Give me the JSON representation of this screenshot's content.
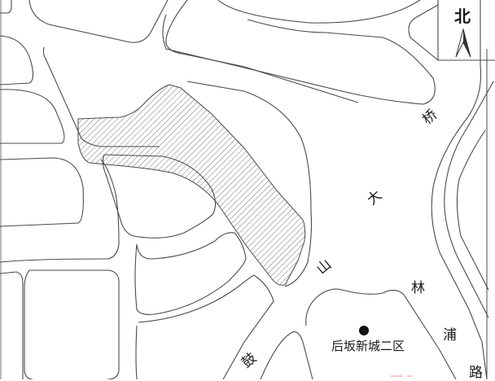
{
  "map": {
    "compass": {
      "label": "北",
      "icon": "north-arrow-icon"
    },
    "roads": [
      {
        "id": "shanda-bridge",
        "chars": [
          "桥",
          "大",
          "山"
        ],
        "name": "山大桥"
      },
      {
        "id": "linpu-road",
        "chars": [
          "林",
          "浦",
          "路"
        ],
        "name": "林浦路"
      },
      {
        "id": "gu-road",
        "chars": [
          "鼓"
        ],
        "name": "鼓"
      }
    ],
    "poi": {
      "label": "后坂新城二区",
      "icon": "location-dot-icon"
    },
    "highlighted_parcel": {
      "style": "hatched",
      "color": "#555555"
    },
    "colors": {
      "background": "#ffffff",
      "line": "#4a4a4a",
      "hatch": "#666666",
      "accent_red": "#e05050"
    }
  }
}
